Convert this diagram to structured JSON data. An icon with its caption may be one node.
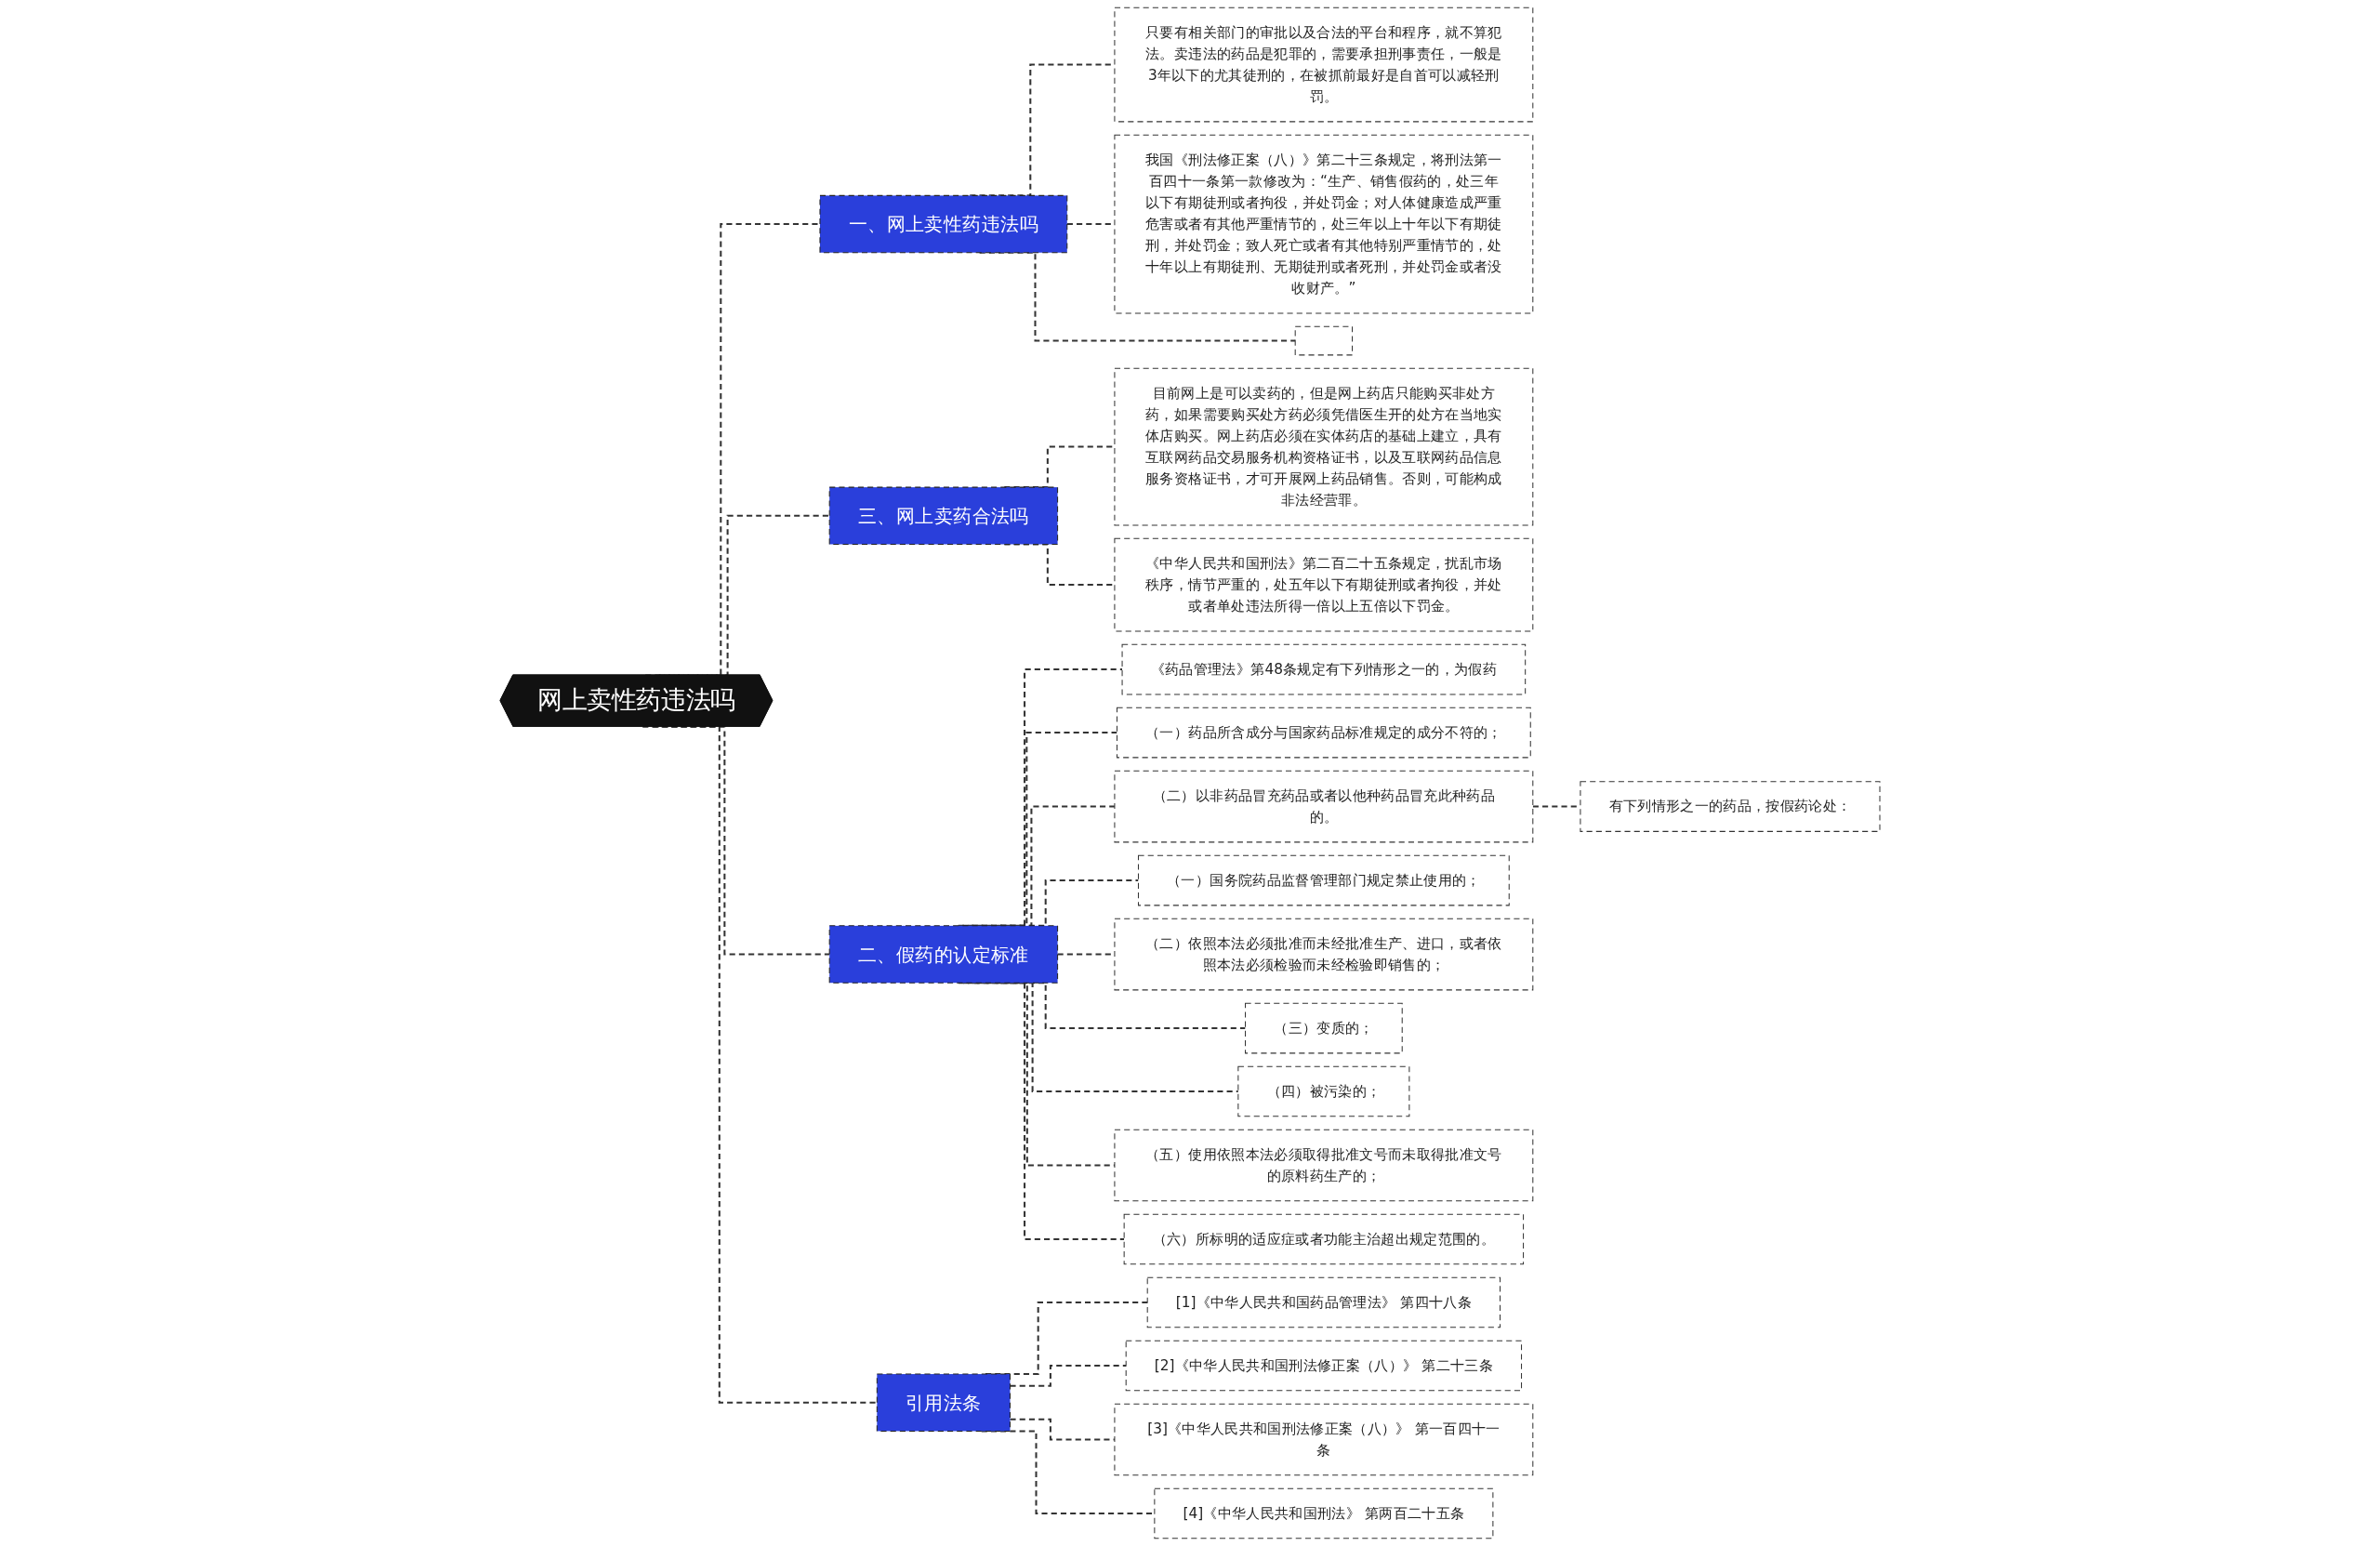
{
  "diagram": {
    "nodes": [
      {
        "text": [
          "网上卖性药违法吗"
        ]
      },
      {
        "text": [
          "一、网上卖性药违法吗"
        ]
      },
      {
        "text": [
          "只要有相关部门的审批以及合法的平台和程序，就不算犯法。卖违法的药品是犯罪的，需要承担刑事责任，一般是3年以下的尤其徒刑的，在被抓前最好是自首可以减轻刑罚。"
        ]
      },
      {
        "text": [
          "我国《刑法修正案（八）》第二十三条规定，将刑法第一百四十一条第一款修改为：“生产、销售假药的，处三年以下有期徒刑或者拘役，并处罚金；对人体健康造成严重危害或者有其他严重情节的，处三年以上十年以下有期徒刑，并处罚金；致人死亡或者有其他特别严重情节的，处十年以上有期徒刑、无期徒刑或者死刑，并处罚金或者没收财产。”"
        ]
      },
      {
        "text": [],
        "shape": "box"
      },
      {
        "text": [
          "三、网上卖药合法吗"
        ]
      },
      {
        "text": [
          "目前网上是可以卖药的，但是网上药店只能购买非处方药，如果需要购买处方药必须凭借医生开的处方在当地实体店购买。网上药店必须在实体药店的基础上建立，具有互联网药品交易服务机构资格证书，以及互联网药品信息服务资格证书，才可开展网上药品销售。否则，可能构成非法经营罪。"
        ]
      },
      {
        "text": [
          "《中华人民共和国刑法》第二百二十五条规定，扰乱市场秩序，情节严重的，处五年以下有期徒刑或者拘役，并处或者单处违法所得一倍以上五倍以下罚金。"
        ]
      },
      {
        "text": [
          "二、假药的认定标准"
        ]
      },
      {
        "text": [
          "《药品管理法》第48条规定有下列情形之一的，为假药"
        ]
      },
      {
        "text": [
          "（一）药品所含成分与国家药品标准规定的成分不符的；"
        ]
      },
      {
        "text": [
          "（二）以非药品冒充药品或者以他种药品冒充此种药品的。"
        ]
      },
      {
        "text": [
          "有下列情形之一的药品，按假药论处："
        ]
      },
      {
        "text": [
          "（一）国务院药品监督管理部门规定禁止使用的；"
        ]
      },
      {
        "text": [
          "（二）依照本法必须批准而未经批准生产、进口，或者依照本法必须检验而未经检验即销售的；"
        ]
      },
      {
        "text": [
          "（三）变质的；"
        ]
      },
      {
        "text": [
          "（四）被污染的；"
        ]
      },
      {
        "text": [
          "（五）使用依照本法必须取得批准文号而未取得批准文号的原料药生产的；"
        ]
      },
      {
        "text": [
          "（六）所标明的适应症或者功能主治超出规定范围的。"
        ]
      },
      {
        "text": [
          "引用法条"
        ]
      },
      {
        "text": [
          "[1]《中华人民共和国药品管理法》 第四十八条"
        ]
      },
      {
        "text": [
          "[2]《中华人民共和国刑法修正案（八）》 第二十三条"
        ]
      },
      {
        "text": [
          "[3]《中华人民共和国刑法修正案（八）》 第一百四十一条"
        ]
      },
      {
        "text": [
          "[4]《中华人民共和国刑法》 第两百二十五条"
        ]
      }
    ],
    "edges": [
      {
        "from": 0,
        "to": 1,
        "arrow": "none",
        "style": "dashed"
      },
      {
        "from": 1,
        "to": 2,
        "arrow": "none",
        "style": "dashed"
      },
      {
        "from": 1,
        "to": 3,
        "arrow": "none",
        "style": "dashed"
      },
      {
        "from": 1,
        "to": 4,
        "arrow": "none",
        "style": "dashed"
      },
      {
        "from": 0,
        "to": 5,
        "arrow": "none",
        "style": "dashed"
      },
      {
        "from": 5,
        "to": 6,
        "arrow": "none",
        "style": "dashed"
      },
      {
        "from": 5,
        "to": 7,
        "arrow": "none",
        "style": "dashed"
      },
      {
        "from": 0,
        "to": 8,
        "arrow": "none",
        "style": "dashed"
      },
      {
        "from": 8,
        "to": 9,
        "arrow": "none",
        "style": "dashed"
      },
      {
        "from": 8,
        "to": 10,
        "arrow": "none",
        "style": "dashed"
      },
      {
        "from": 8,
        "to": 11,
        "arrow": "none",
        "style": "dashed"
      },
      {
        "from": 11,
        "to": 12,
        "arrow": "none",
        "style": "dashed"
      },
      {
        "from": 8,
        "to": 13,
        "arrow": "none",
        "style": "dashed"
      },
      {
        "from": 8,
        "to": 14,
        "arrow": "none",
        "style": "dashed"
      },
      {
        "from": 8,
        "to": 15,
        "arrow": "none",
        "style": "dashed"
      },
      {
        "from": 8,
        "to": 16,
        "arrow": "none",
        "style": "dashed"
      },
      {
        "from": 8,
        "to": 17,
        "arrow": "none",
        "style": "dashed"
      },
      {
        "from": 8,
        "to": 18,
        "arrow": "none",
        "style": "dashed"
      },
      {
        "from": 0,
        "to": 19,
        "arrow": "none",
        "style": "dashed"
      },
      {
        "from": 19,
        "to": 20,
        "arrow": "none",
        "style": "dashed"
      },
      {
        "from": 19,
        "to": 21,
        "arrow": "none",
        "style": "dashed"
      },
      {
        "from": 19,
        "to": 22,
        "arrow": "none",
        "style": "dashed"
      },
      {
        "from": 19,
        "to": 23,
        "arrow": "none",
        "style": "dashed"
      }
    ]
  }
}
